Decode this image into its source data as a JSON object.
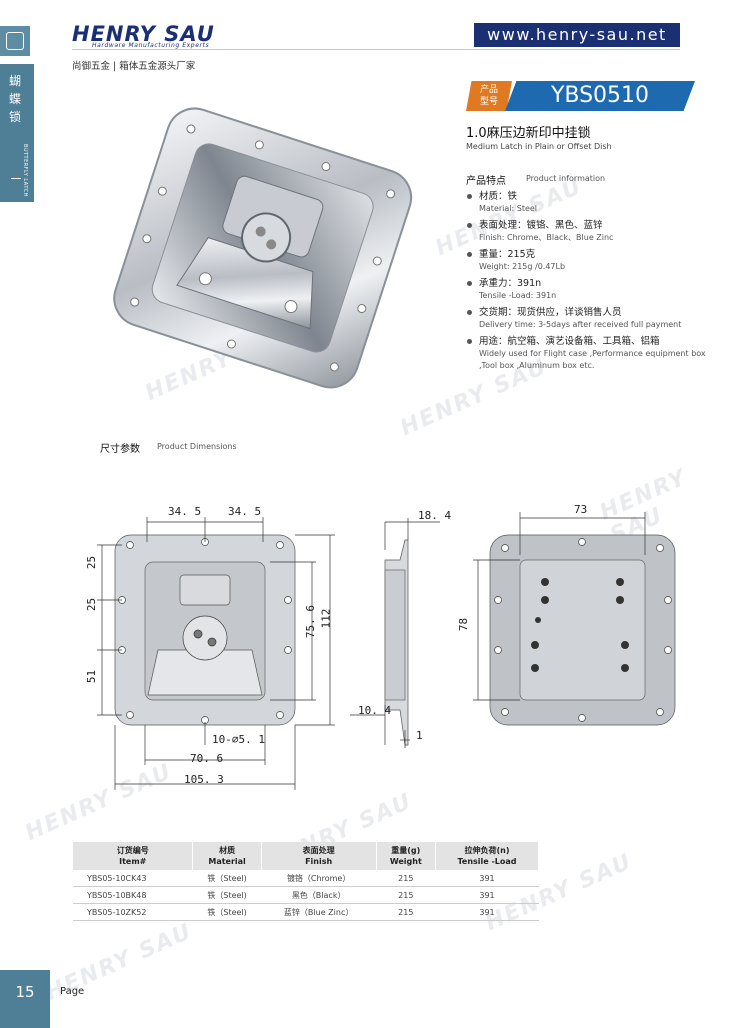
{
  "header": {
    "logo_text": "HENRY SAU",
    "logo_sub": "Hardware Manufacturing Experts",
    "website": "www.henry-sau.net",
    "tagline": "尚御五金 | 箱体五金源头厂家"
  },
  "sidebar": {
    "category_cn": "蝴蝶锁",
    "category_en": "BUTTERFLY LATCH"
  },
  "product": {
    "model_label": "产品\n型号",
    "model_label_1": "产品",
    "model_label_2": "型号",
    "model": "YBS0510",
    "title_cn": "1.0麻压边新印中挂锁",
    "title_en": "Medium Latch in Plain or Offset Dish",
    "info_head_cn": "产品特点",
    "info_head_en": "Product information",
    "features": [
      {
        "cn": "材质：铁",
        "en": "Material: Steel"
      },
      {
        "cn": "表面处理：镀铬、黑色、蓝锌",
        "en": "Finish: Chrome、Black、Blue Zinc"
      },
      {
        "cn": "重量：215克",
        "en": "Weight: 215g /0.47Lb"
      },
      {
        "cn": "承重力：391n",
        "en": "Tensile -Load: 391n"
      },
      {
        "cn": "交货期：现货供应，详谈销售人员",
        "en": "Delivery time: 3-5days after received full payment"
      },
      {
        "cn": "用途：航空箱、演艺设备箱、工具箱、铝箱",
        "en": "Widely used for Flight case ,Performance equipment box ,Tool box ,Aluminum box etc."
      }
    ]
  },
  "dimensions": {
    "head_cn": "尺寸参数",
    "head_en": "Product Dimensions",
    "labels": {
      "d_34_5_a": "34. 5",
      "d_34_5_b": "34. 5",
      "d_25_a": "25",
      "d_25_b": "25",
      "d_51": "51",
      "d_75_6": "75. 6",
      "d_112": "112",
      "d_holes": "10-∅5. 1",
      "d_70_6": "70. 6",
      "d_105_3": "105. 3",
      "d_18_4": "18. 4",
      "d_10_4": "10. 4",
      "d_1": "1",
      "d_73": "73",
      "d_78": "78"
    }
  },
  "spec_table": {
    "headers": [
      {
        "cn": "订货编号",
        "en": "Item#"
      },
      {
        "cn": "材质",
        "en": "Material"
      },
      {
        "cn": "表面处理",
        "en": "Finish"
      },
      {
        "cn": "重量(g)",
        "en": "Weight"
      },
      {
        "cn": "拉伸负荷(n)",
        "en": "Tensile -Load"
      }
    ],
    "rows": [
      [
        "YBS05-10CK43",
        "铁（Steel)",
        "镀铬（Chrome）",
        "215",
        "391"
      ],
      [
        "YBS05-10BK48",
        "铁（Steel)",
        "黑色（Black）",
        "215",
        "391"
      ],
      [
        "YBS05-10ZK52",
        "铁（Steel)",
        "蓝锌（Blue Zinc）",
        "215",
        "391"
      ]
    ]
  },
  "footer": {
    "page_number": "15",
    "page_label": "Page"
  }
}
